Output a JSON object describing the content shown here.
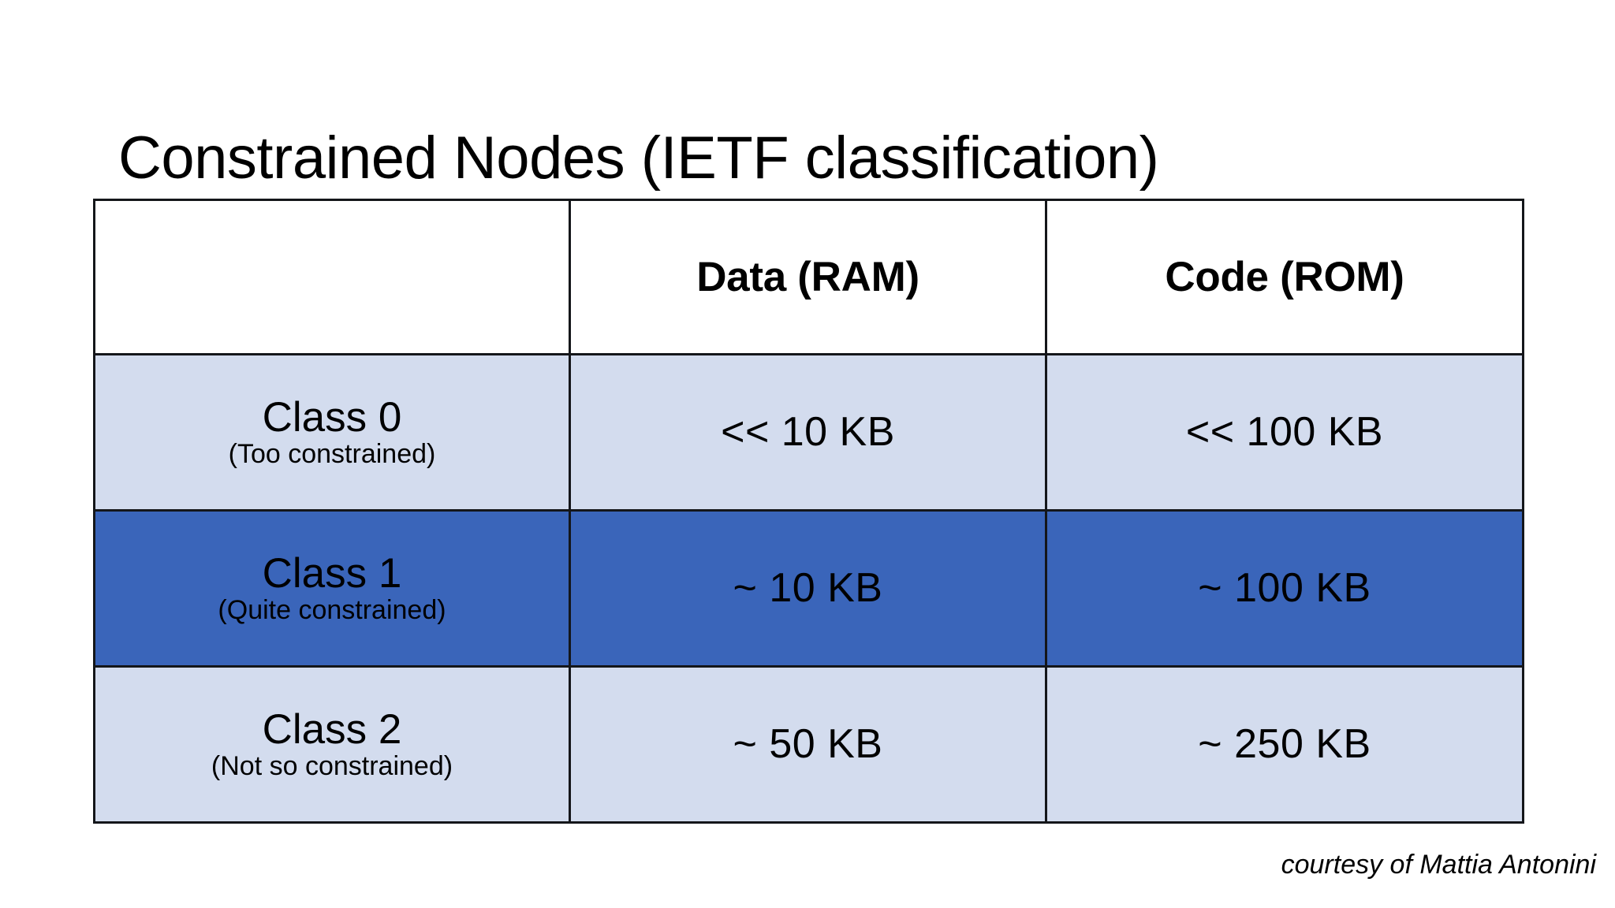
{
  "slide": {
    "title": "Constrained Nodes (IETF classification)",
    "credit": "courtesy of Mattia Antonini",
    "background_color": "#FFFFFF"
  },
  "colors": {
    "row_light": "#D3DCEE",
    "row_highlight": "#3A65BA",
    "border": "#14161A",
    "text": "#000000",
    "header_background": "#FFFFFF"
  },
  "table": {
    "columns": [
      {
        "key": "class",
        "label": ""
      },
      {
        "key": "ram",
        "label": "Data (RAM)"
      },
      {
        "key": "rom",
        "label": "Code (ROM)"
      }
    ],
    "rows": [
      {
        "class_name": "Class 0",
        "class_note": "(Too constrained)",
        "ram": "<< 10 KB",
        "rom": "<< 100 KB",
        "highlighted": false
      },
      {
        "class_name": "Class 1",
        "class_note": "(Quite constrained)",
        "ram": "~ 10 KB",
        "rom": "~ 100 KB",
        "highlighted": true
      },
      {
        "class_name": "Class 2",
        "class_note": "(Not so constrained)",
        "ram": "~ 50 KB",
        "rom": "~ 250 KB",
        "highlighted": false
      }
    ]
  }
}
